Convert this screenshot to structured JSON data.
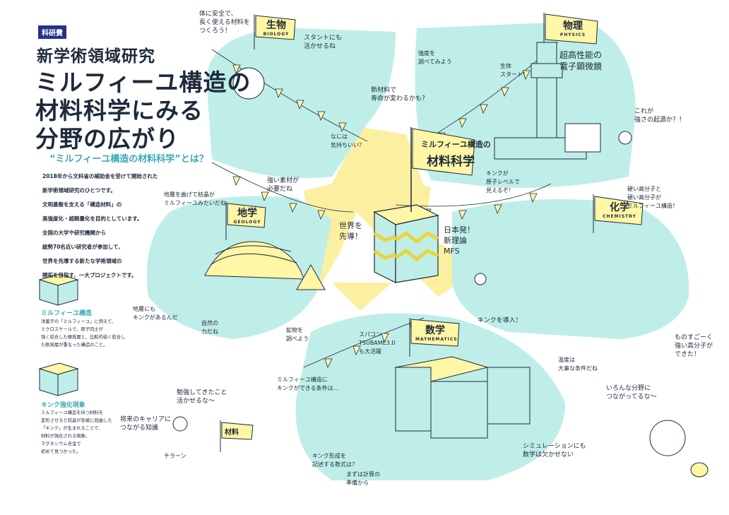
{
  "header": {
    "badge": "科研費",
    "subtitle": "新学術領域研究",
    "title_lines": [
      "ミルフィーユ構造の",
      "材料科学にみる",
      "分野の広がり"
    ],
    "question": "“ミルフィーユ構造の材料科学”とは？",
    "intro_lines": [
      "2018年から文科省の補助金を受けて開始された",
      "新学術領域研究のひとつです。",
      "文明基盤を支える「構造材料」の",
      "高強度化・超軽量化を目的としています。",
      "全国の大学や研究機関から",
      "総勢70名近い研究者が参加して、",
      "世界を先導する新たな学術領域の",
      "開拓を目指す、一大プロジェクトです。"
    ]
  },
  "glossary": [
    {
      "term": "ミルフィーユ構造",
      "lines": [
        "洋菓子の「ミルフィーユ」に例えて、",
        "ミクロスケールで、原子同士が",
        "強く結合した硬質層と、比較的弱く結合し",
        "た軟質層が重なった構造のこと。"
      ]
    },
    {
      "term": "キンク強化現象",
      "lines": [
        "ミルフィーユ構造を持つ材料を",
        "変形させると結晶が急峻に屈曲した",
        "「キンク」が生まれることで、",
        "材料が強化される現象。",
        "マグネシウム合金で",
        "初めて見つかった。"
      ]
    }
  ],
  "center": {
    "flag_lines": [
      "ミルフィーユ構造の",
      "材料科学"
    ],
    "left_note": [
      "世界を",
      "先導！"
    ],
    "right_note": [
      "日本発！",
      "新理論",
      "MFS"
    ]
  },
  "fields": {
    "biology": {
      "label": "生物",
      "sub": "BIOLOGY"
    },
    "physics": {
      "label": "物理",
      "sub": "PHYSICS"
    },
    "geology": {
      "label": "地学",
      "sub": "GEOLOGY"
    },
    "chemistry": {
      "label": "化学",
      "sub": "CHEMISTRY"
    },
    "math": {
      "label": "数学",
      "sub": "MATHEMATICS"
    }
  },
  "notes": {
    "bio1": [
      "体に安全で、",
      "長く使える材料を",
      "つくろう！"
    ],
    "bio2": [
      "スタントにも",
      "活かせるね"
    ],
    "bio3": [
      "強度を",
      "調べてみよう"
    ],
    "bio4": [
      "新材料で",
      "寿命が変わるかも？"
    ],
    "bio5": [
      "生体",
      "スタート！"
    ],
    "bio6": [
      "強い素材が",
      "必要だね"
    ],
    "bio7": [
      "なには",
      "気持ちいい？"
    ],
    "phy1": [
      "超高性能の",
      "電子顕微鏡"
    ],
    "phy2": [
      "これが",
      "強さの起源か？！"
    ],
    "phy3": [
      "キンクが",
      "原子レベルで",
      "見えるぞ！"
    ],
    "geo1": [
      "地層を曲げて結晶が",
      "ミルフィーユみたいだね"
    ],
    "geo2": [
      "地層にも",
      "キンクがあるんだ"
    ],
    "geo3": [
      "自然の",
      "力だね"
    ],
    "geo4": [
      "鉱物を",
      "調べよう"
    ],
    "chem1": [
      "硬い高分子と",
      "硬い高分子が",
      "ミルフィーユ構造！"
    ],
    "chem2": [
      "キンクを導入！"
    ],
    "chem3": [
      "ものすごーく",
      "強い高分子が",
      "できた！"
    ],
    "chem4": [
      "温度は",
      "大事な条件だね"
    ],
    "math1": [
      "スパコン",
      "TSUBAME3.0",
      "も大活躍"
    ],
    "math2": [
      "ミルフィーユ構造に",
      "キンクができる条件は…"
    ],
    "math3": [
      "シミュレーションにも",
      "数学は欠かせない"
    ],
    "math4": [
      "キンク形成を",
      "記述する数式は？"
    ],
    "math5": [
      "まずは計算の",
      "準備から"
    ],
    "corner1": [
      "将来のキャリアに",
      "つながる知識"
    ],
    "corner2": [
      "勉強してきたこと",
      "活かせるな〜"
    ],
    "corner_flag": "材料",
    "corner3": [
      "いろんな分野に",
      "つながってるな〜"
    ],
    "corner4": "チラーン"
  },
  "colors": {
    "mint": "#bfeee8",
    "mint_dark": "#3ba9b4",
    "yellow": "#fbf0a0",
    "navy": "#1d2a3a",
    "flag_yellow": "#fff6a6"
  },
  "icons": [
    "mille-feuille-icon",
    "flag-icon",
    "microscope-icon",
    "mountain-icon",
    "tent-icon",
    "supercomputer-icon",
    "person-icon",
    "cat-icon"
  ]
}
